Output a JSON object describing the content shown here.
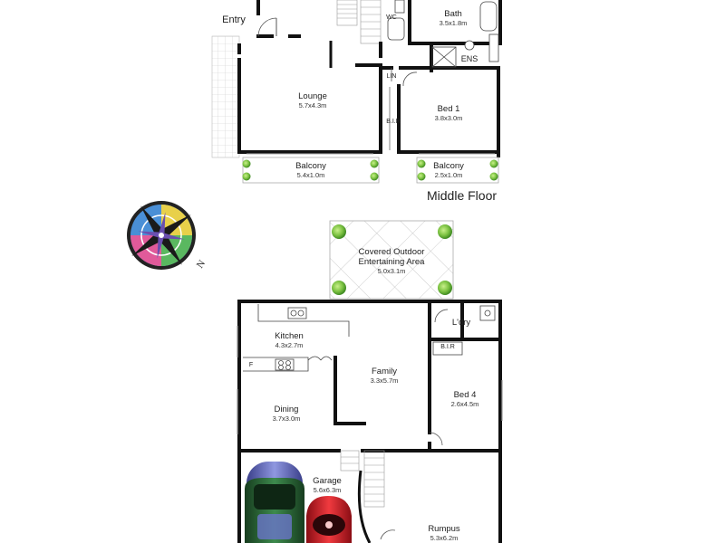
{
  "middle_floor": {
    "title": "Middle Floor",
    "rooms": {
      "entry": {
        "name": "Entry"
      },
      "lounge": {
        "name": "Lounge",
        "dims": "5.7x4.3m"
      },
      "bath": {
        "name": "Bath",
        "dims": "3.5x1.8m"
      },
      "wc": {
        "name": "WC"
      },
      "ens": {
        "name": "ENS"
      },
      "lin": {
        "name": "LIN"
      },
      "bir": {
        "name": "B.I.R"
      },
      "bed1": {
        "name": "Bed 1",
        "dims": "3.8x3.0m"
      },
      "balcony_left": {
        "name": "Balcony",
        "dims": "5.4x1.0m"
      },
      "balcony_right": {
        "name": "Balcony",
        "dims": "2.5x1.0m"
      }
    }
  },
  "ground_floor": {
    "rooms": {
      "outdoor": {
        "name": "Covered Outdoor",
        "name2": "Entertaining Area",
        "dims": "5.0x3.1m"
      },
      "kitchen": {
        "name": "Kitchen",
        "dims": "4.3x2.7m"
      },
      "fridge": {
        "name": "F"
      },
      "family": {
        "name": "Family",
        "dims": "3.3x5.7m"
      },
      "dining": {
        "name": "Dining",
        "dims": "3.7x3.0m"
      },
      "laundry": {
        "name": "L'dry"
      },
      "bir": {
        "name": "B.I.R"
      },
      "bed4": {
        "name": "Bed 4",
        "dims": "2.6x4.5m"
      },
      "garage": {
        "name": "Garage",
        "dims": "5.6x6.3m"
      },
      "rumpus": {
        "name": "Rumpus",
        "dims": "5.3x6.2m"
      }
    }
  },
  "compass": {
    "north_label": "N"
  },
  "colors": {
    "wall": "#111111",
    "tile": "#c9c9c9",
    "plant": "#7cc242",
    "car_green": "#2f6b3a",
    "car_red": "#d3202a",
    "car_blue": "#6a74c9"
  }
}
